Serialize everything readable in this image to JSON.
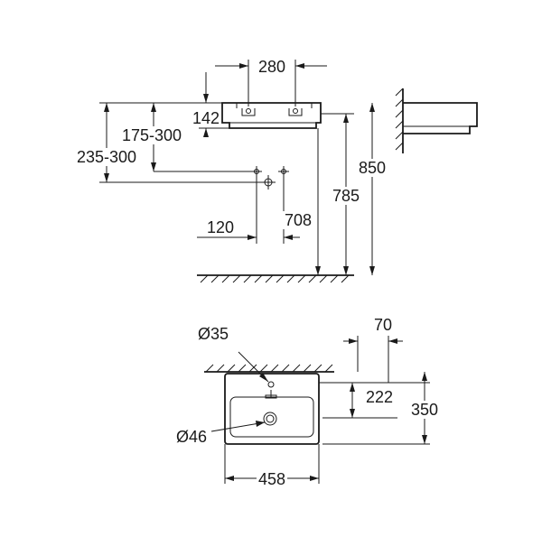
{
  "dimensions": {
    "tap_spacing": "280",
    "rim_to_hole": "142",
    "supply_height_range": "175-300",
    "waste_height_range": "235-300",
    "overall_height": "850",
    "rim_height": "785",
    "bottom_height": "708",
    "supply_offset": "120",
    "overflow_diameter": "Ø35",
    "tap_hole_diameter": "Ø46",
    "wall_projection": "70",
    "bowl_offset": "222",
    "depth": "350",
    "width": "458"
  }
}
